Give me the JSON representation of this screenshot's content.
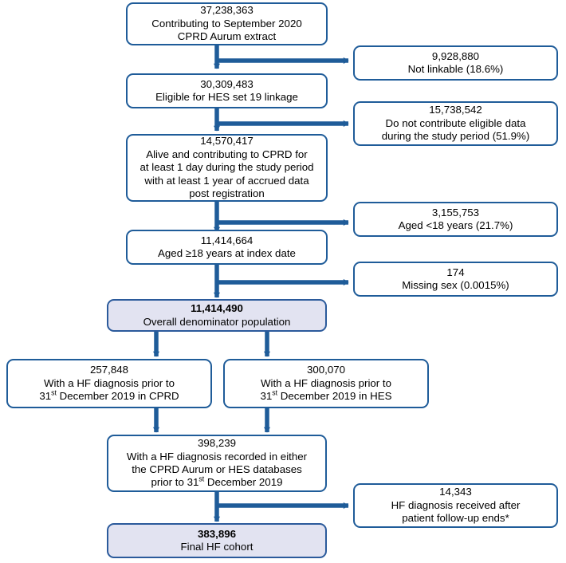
{
  "diagram": {
    "title": "CPRD Aurum heart failure cohort selection flow diagram",
    "colors": {
      "connector": "#1F5C99",
      "border": "#1F5C99",
      "highlight_fill": "#E2E3F1",
      "text": "#000000",
      "background": "#FFFFFF"
    },
    "footnote": "*"
  },
  "nodes": {
    "source_extract": {
      "count": "37,238,363",
      "lines": [
        "Contributing to September 2020",
        "CPRD Aurum extract"
      ]
    },
    "not_linkable": {
      "count": "9,928,880",
      "lines": [
        "Not linkable (18.6%)"
      ]
    },
    "hes_linkage": {
      "count": "30,309,483",
      "lines": [
        "Eligible for HES set 19 linkage"
      ]
    },
    "no_eligible_data": {
      "count": "15,738,542",
      "lines": [
        "Do not contribute eligible data",
        "during the study period (51.9%)"
      ]
    },
    "alive_contributing": {
      "count": "14,570,417",
      "lines": [
        "Alive and contributing to CPRD for",
        "at least 1 day during the study period",
        "with at least 1 year of accrued data",
        "post registration"
      ]
    },
    "aged_under_18": {
      "count": "3,155,753",
      "lines": [
        "Aged <18 years (21.7%)"
      ]
    },
    "aged_18_plus": {
      "count": "11,414,664",
      "lines": [
        "Aged ≥18 years at index date"
      ]
    },
    "missing_sex": {
      "count": "174",
      "lines": [
        "Missing sex (0.0015%)"
      ]
    },
    "overall_denominator": {
      "count": "11,414,490",
      "lines": [
        "Overall denominator population"
      ]
    },
    "hf_cprd": {
      "count": "257,848",
      "lines_html": [
        "With a HF diagnosis prior to",
        "31<sup>st</sup> December 2019 in CPRD"
      ]
    },
    "hf_hes": {
      "count": "300,070",
      "lines_html": [
        "With a HF diagnosis prior to",
        "31<sup>st</sup> December 2019 in HES"
      ]
    },
    "hf_either": {
      "count": "398,239",
      "lines_html": [
        "With a HF diagnosis recorded in either",
        "the CPRD Aurum or HES databases",
        "prior to 31<sup>st</sup> December 2019"
      ]
    },
    "after_followup": {
      "count": "14,343",
      "lines": [
        "HF diagnosis received after",
        "patient follow-up ends*"
      ]
    },
    "final_cohort": {
      "count": "383,896",
      "lines": [
        "Final HF cohort"
      ]
    }
  }
}
